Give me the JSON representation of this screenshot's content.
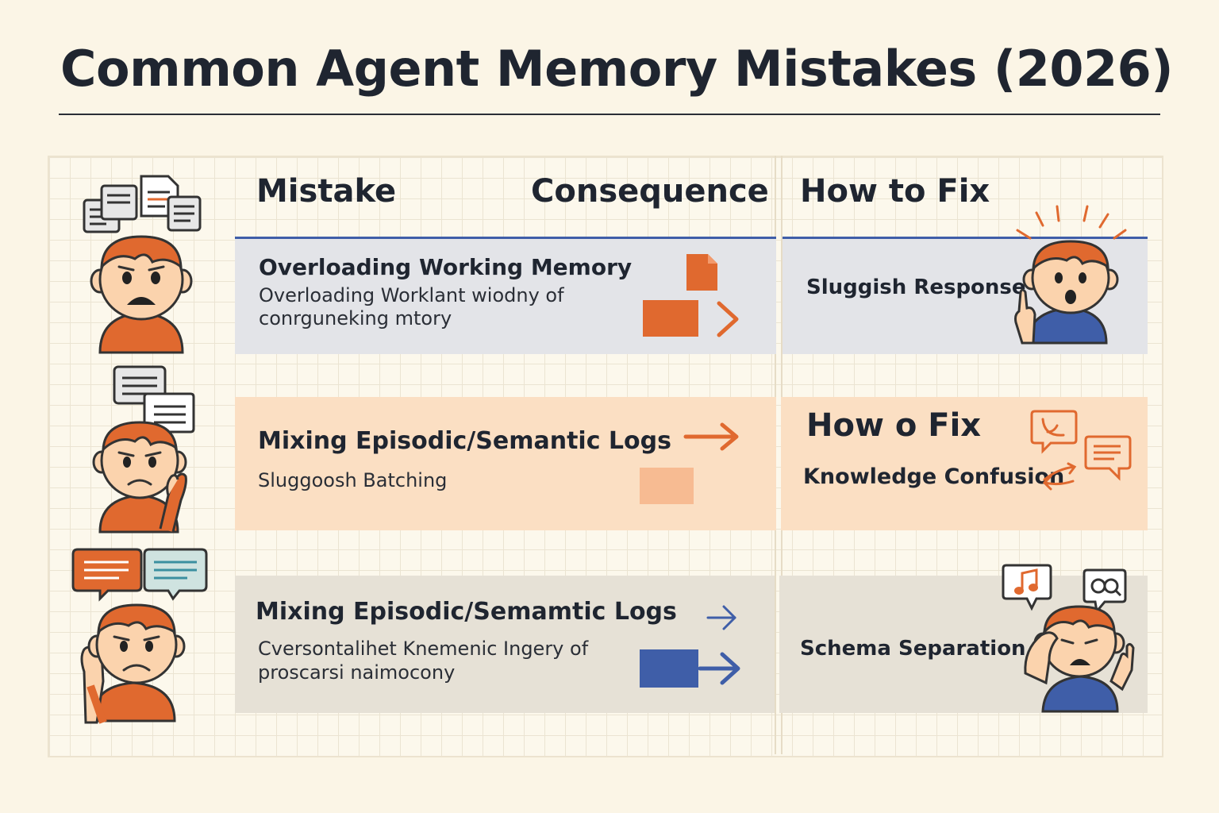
{
  "title": "Common Agent Memory Mistakes (2026)",
  "headers": {
    "mistake": "Mistake",
    "consequence": "Consequence",
    "fix": "How to Fix"
  },
  "rows": [
    {
      "mistake_title": "Overloading Working Memory",
      "mistake_desc_line1": "Overloading Worklаnt wiodny of",
      "mistake_desc_line2": "conrgunеking mtory",
      "fix_text": "Sluggish Response"
    },
    {
      "mistake_title": "Mixing Episodic/Semantic Logs",
      "mistake_desc_line1": "Sluggoosh Batching",
      "fix_heading": "How o Fix",
      "fix_text": "Knowledge Confusion"
    },
    {
      "mistake_title": "Mixing Episodic/Semamtic  Logs",
      "mistake_desc_line1": "Cversontalihet Knemenic Ingery of",
      "mistake_desc_line2": "proscarsi naimocony",
      "fix_text": "Schema Separation"
    }
  ],
  "colors": {
    "orange": "#e0692f",
    "blue": "#3f5ea8",
    "peach": "#f7bb92",
    "skin": "#fbd3ad",
    "hair": "#e0692f"
  },
  "icons": [
    "document-icon",
    "arrow-right-icon",
    "chat-bubble-icon",
    "music-note-icon",
    "search-icon"
  ]
}
